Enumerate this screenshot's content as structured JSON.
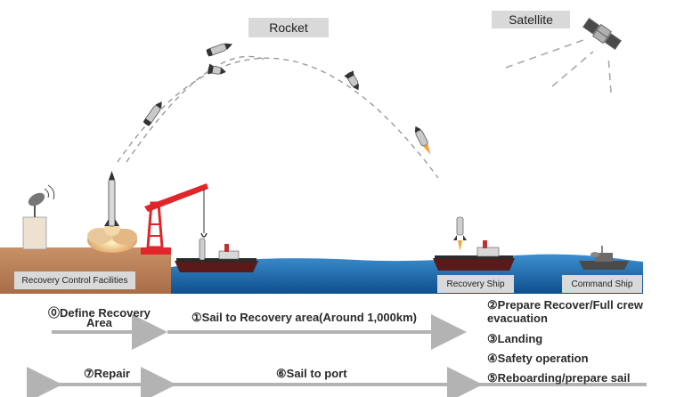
{
  "labels": {
    "rocket": "Rocket",
    "satellite": "Satellite",
    "facility": "Recovery Control Facilities",
    "recovery_ship": "Recovery Ship",
    "command_ship": "Command Ship"
  },
  "steps": {
    "s0_line1": "⓪Define Recovery",
    "s0_line2": "Area",
    "s1": "①Sail to Recovery area(Around 1,000km)",
    "s2_line1": "②Prepare Recover/Full crew",
    "s2_line2": "evacuation",
    "s3": "③Landing",
    "s4": "④Safety operation",
    "s5": "⑤Reboarding/prepare sail",
    "s6": "⑥Sail to port",
    "s7": "⑦Repair"
  },
  "colors": {
    "sea": "#1f6fb3",
    "ground": "#b9825a",
    "crane": "#e0252b",
    "arrow": "#b3b3b3",
    "tag_bg": "#d9d9d9"
  }
}
